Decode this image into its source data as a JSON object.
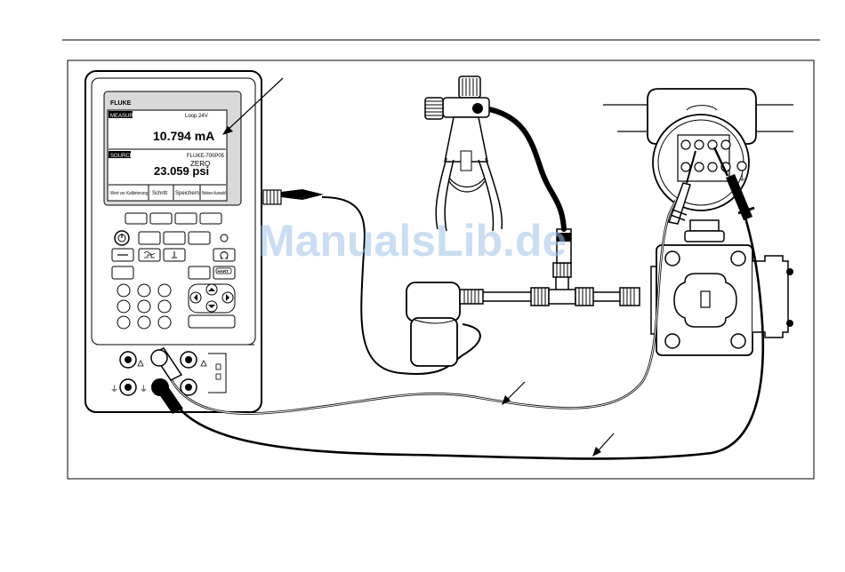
{
  "device": {
    "brand": "FLUKE",
    "model": "FLUKE-700P05",
    "measure_tag": "MEASURE",
    "source_tag": "SOURCE",
    "mode": "Loop 24V",
    "measure_value": "10.794 mA",
    "source_status": "ZERO",
    "source_value": "23.059 psi",
    "softkeys": [
      "Wert vor Kalibrierung",
      "Schritt",
      "Speichern",
      "Weitere Auswahl"
    ],
    "hart_key": "HART"
  },
  "watermark": "ManualsLib.de"
}
